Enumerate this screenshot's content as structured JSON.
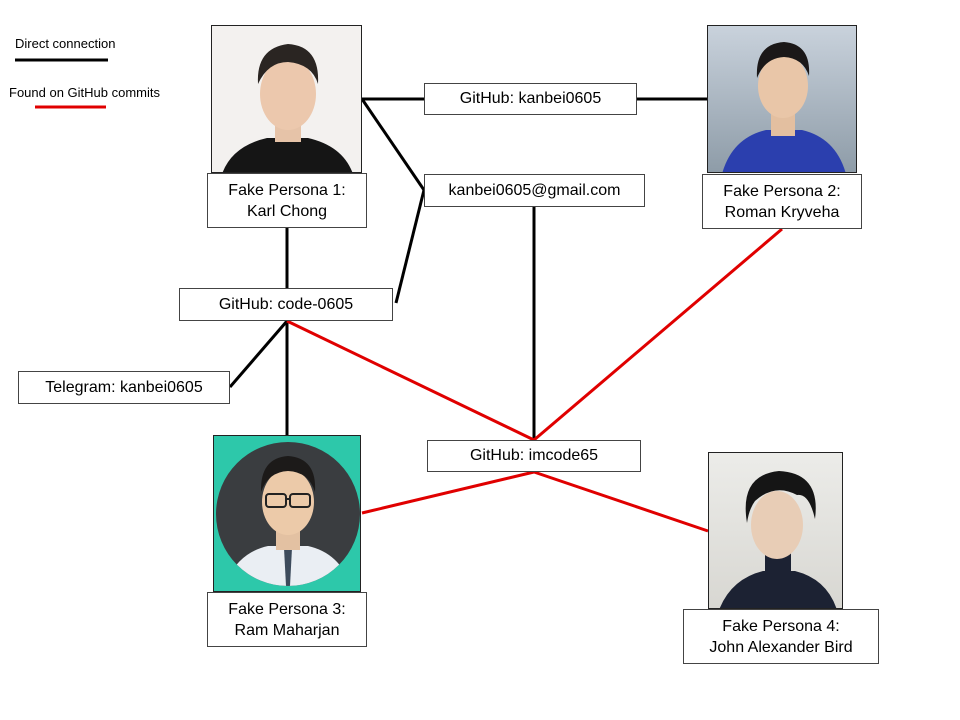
{
  "legend": {
    "direct": "Direct connection",
    "github": "Found on GitHub commits"
  },
  "colors": {
    "direct": "#000000",
    "github": "#e00000"
  },
  "nodes": {
    "github_kanbei": "GitHub: kanbei0605",
    "email": "kanbei0605@gmail.com",
    "github_code": "GitHub: code-0605",
    "telegram": "Telegram: kanbei0605",
    "github_imcode": "GitHub: imcode65"
  },
  "personas": [
    {
      "line1": "Fake Persona 1:",
      "line2": "Karl Chong",
      "photo": "photo-karl-chong"
    },
    {
      "line1": "Fake Persona 2:",
      "line2": "Roman Kryveha",
      "photo": "photo-roman-kryveha"
    },
    {
      "line1": "Fake Persona 3:",
      "line2": "Ram Maharjan",
      "photo": "photo-ram-maharjan"
    },
    {
      "line1": "Fake Persona 4:",
      "line2": "John Alexander Bird",
      "photo": "photo-john-alexander-bird"
    }
  ]
}
